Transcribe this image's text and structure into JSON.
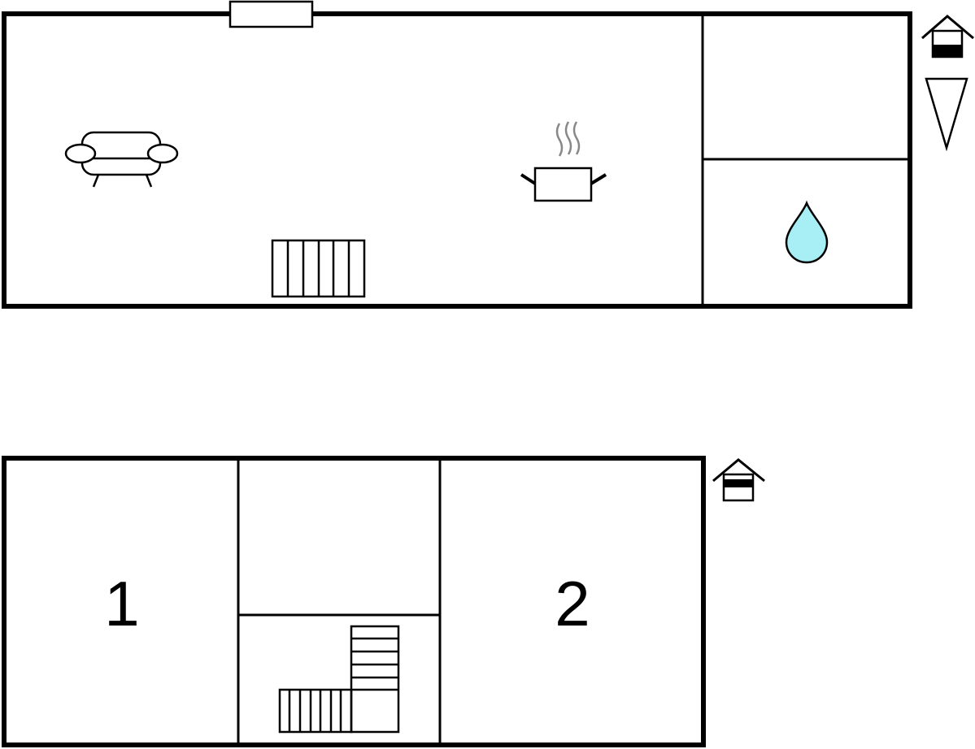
{
  "floors": [
    {
      "id": "upper-floor",
      "rooms": [
        {
          "id": "living-kitchen",
          "label": ""
        },
        {
          "id": "small-room",
          "label": ""
        },
        {
          "id": "bathroom",
          "label": ""
        }
      ],
      "icons": [
        "sofa-icon",
        "cooking-pot-icon",
        "water-drop-icon",
        "staircase-icon",
        "window-icon",
        "house-entrance-icon",
        "north-arrow-icon"
      ]
    },
    {
      "id": "lower-floor",
      "rooms": [
        {
          "id": "bedroom-1",
          "label": "1"
        },
        {
          "id": "storage",
          "label": ""
        },
        {
          "id": "stair-hall",
          "label": ""
        },
        {
          "id": "bedroom-2",
          "label": "2"
        }
      ],
      "icons": [
        "staircase-icon",
        "house-entrance-icon"
      ]
    }
  ],
  "colors": {
    "wall": "#000000",
    "water": "#a8eef5",
    "steam": "#888888",
    "background": "#ffffff"
  }
}
